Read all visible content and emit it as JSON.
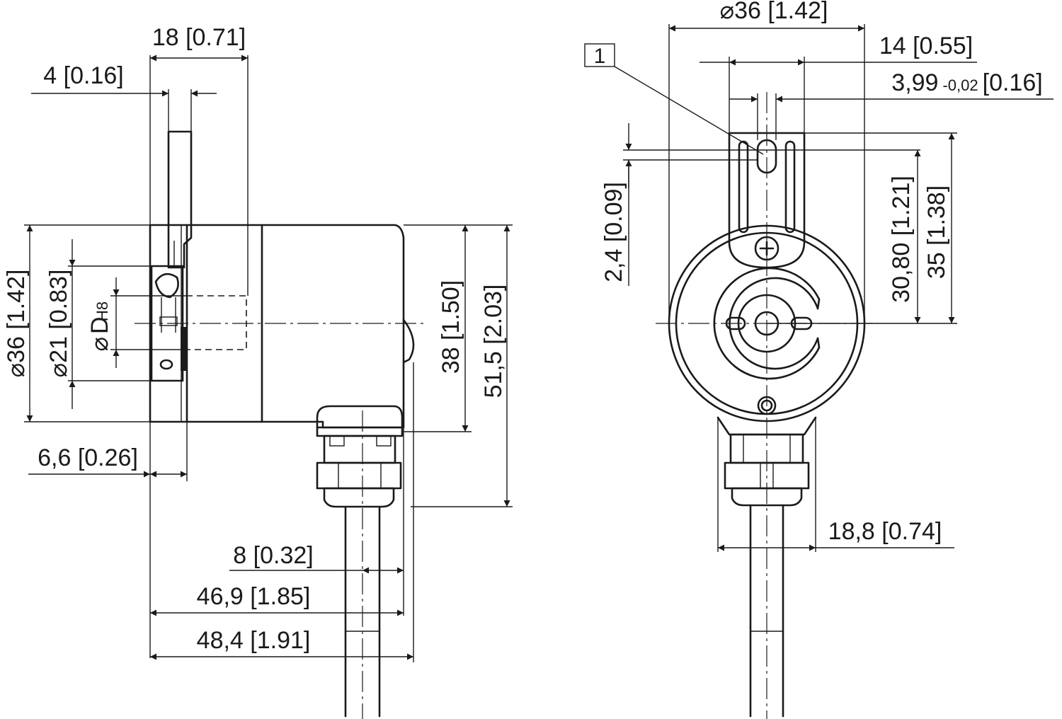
{
  "side_view": {
    "dimensions": {
      "width_18": "18 [0.71]",
      "width_4": "4 [0.16]",
      "dia_36": "36 [1.42]",
      "dia_21": "21 [0.83]",
      "bore_D": "D",
      "bore_tol": "H8",
      "height_38": "38 [1.50]",
      "height_51_5": "51,5 [2.03]",
      "offset_6_6": "6,6 [0.26]",
      "len_8": "8 [0.32]",
      "len_46_9": "46,9 [1.85]",
      "len_48_4": "48,4 [1.91]"
    }
  },
  "front_view": {
    "dimensions": {
      "dia_36": "36 [1.42]",
      "width_14": "14 [0.55]",
      "slot_3_99_main": "3,99",
      "slot_3_99_tol": "-0,02",
      "slot_3_99_inch": "[0.16]",
      "slot_2_4": "2,4 [0.09]",
      "height_30_80": "30,80 [1.21]",
      "height_35": "35 [1.38]",
      "width_18_8": "18,8 [0.74]"
    },
    "callout": {
      "number": "1"
    }
  },
  "symbols": {
    "diameter": "⌀"
  }
}
